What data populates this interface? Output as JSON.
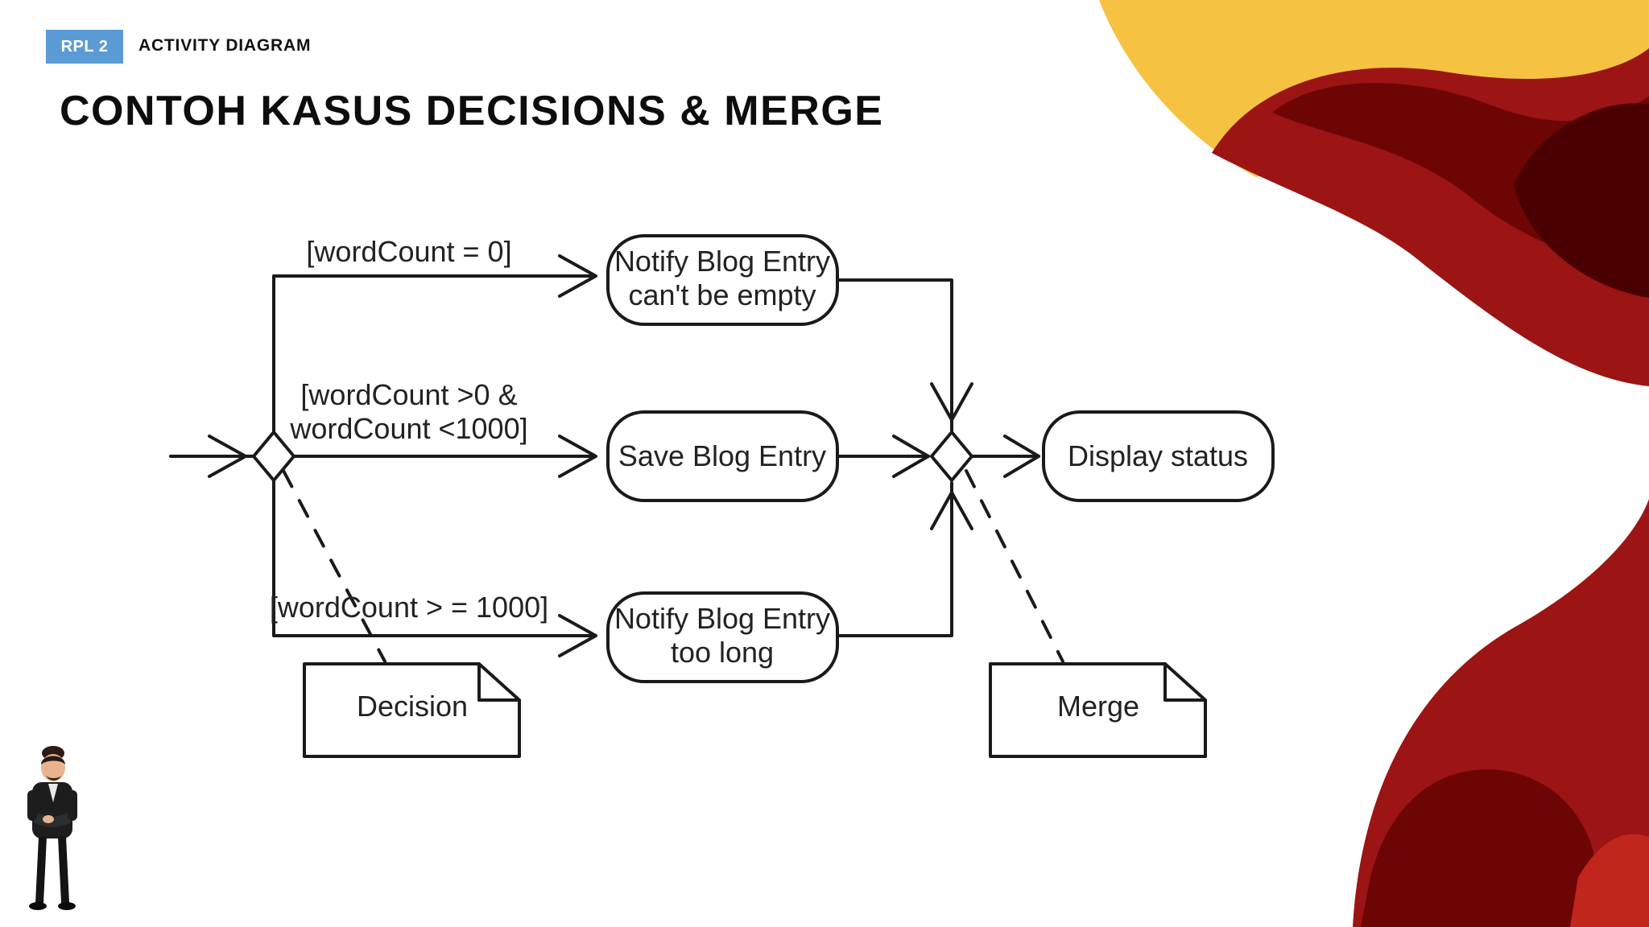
{
  "header": {
    "badge": "RPL 2",
    "section": "ACTIVITY DIAGRAM",
    "title": "CONTOH KASUS DECISIONS & MERGE"
  },
  "diagram": {
    "guards": {
      "zero": "[wordCount = 0]",
      "mid_line1": "[wordCount >0 &",
      "mid_line2": "wordCount <1000]",
      "high": "[wordCount > = 1000]"
    },
    "actions": {
      "notify_empty_line1": "Notify Blog Entry",
      "notify_empty_line2": "can't be empty",
      "save": "Save Blog Entry",
      "notify_long_line1": "Notify Blog Entry",
      "notify_long_line2": "too long",
      "display": "Display status"
    },
    "notes": {
      "decision": "Decision",
      "merge": "Merge"
    }
  },
  "colors": {
    "badge": "#5b9bd5",
    "accent_yellow": "#f5c242",
    "accent_red": "#9c1414",
    "accent_dark": "#5a0000"
  }
}
